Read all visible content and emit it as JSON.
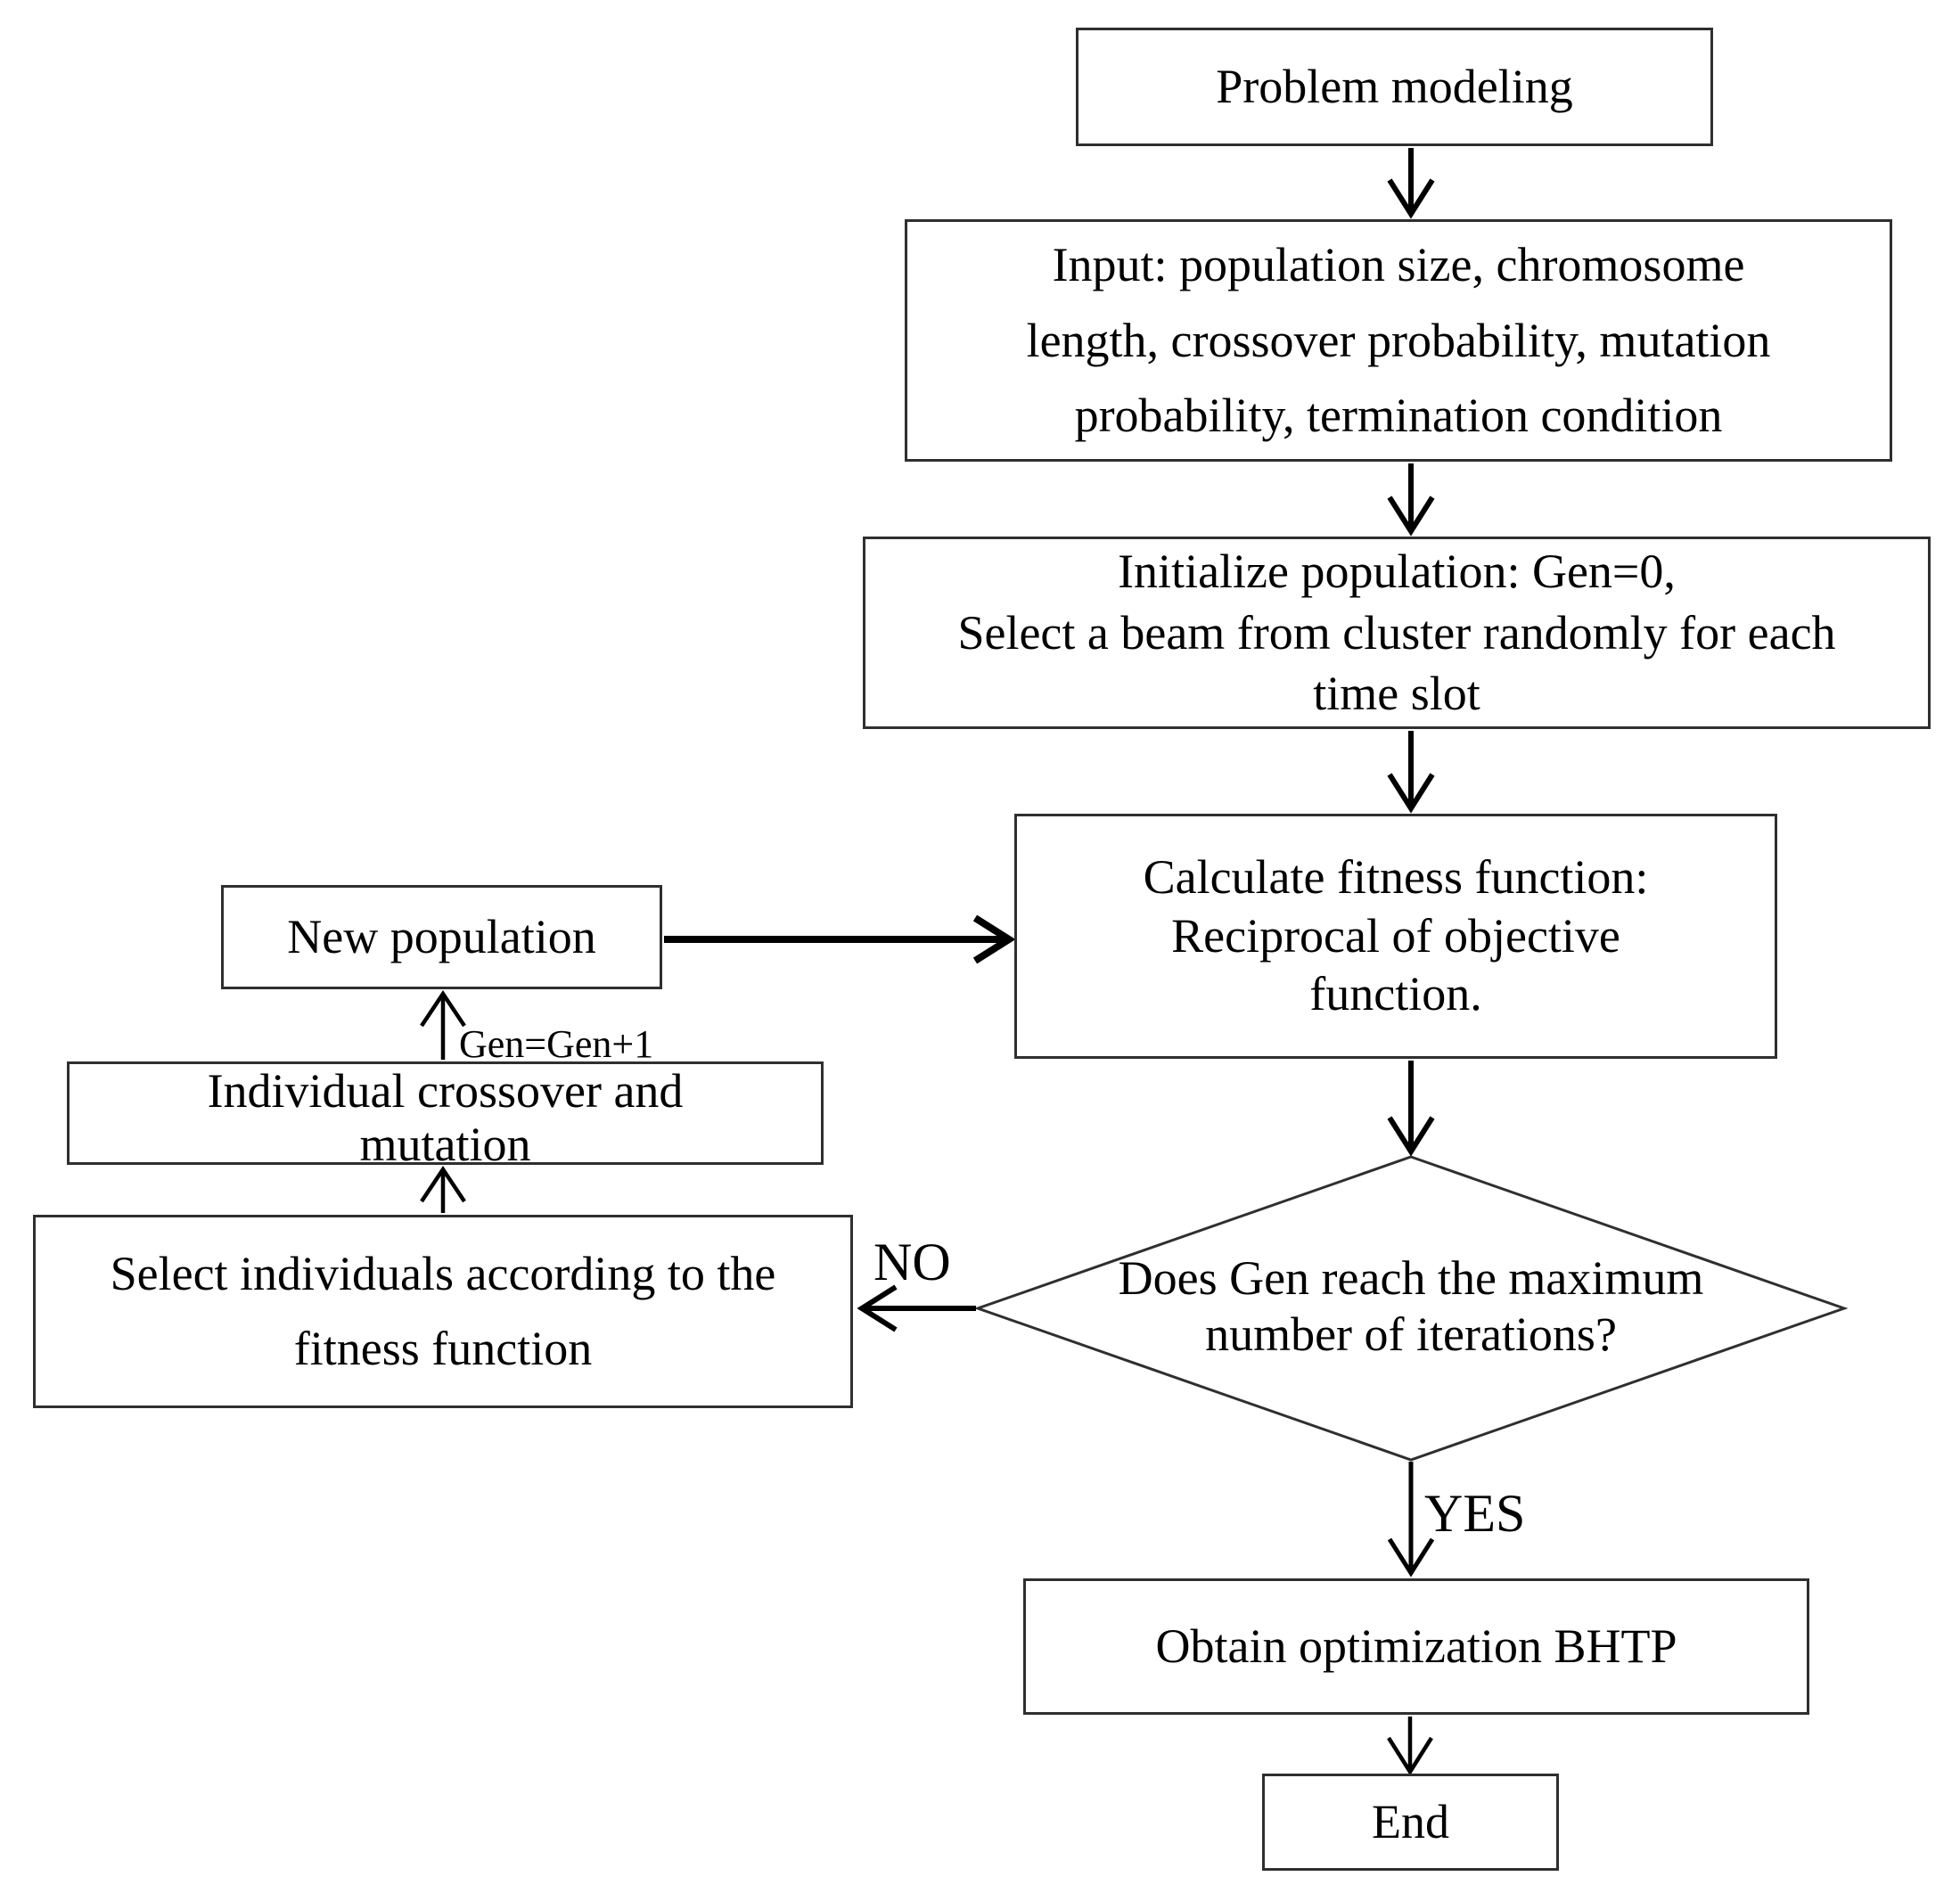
{
  "diagram": {
    "title": "Genetic algorithm flowchart",
    "nodes": {
      "problem": {
        "text": "Problem modeling"
      },
      "input": {
        "text": "Input: population size, chromosome\nlength, crossover probability, mutation\nprobability, termination condition"
      },
      "initialize": {
        "text": "Initialize population: Gen=0,\nSelect a beam from cluster randomly for each\ntime slot"
      },
      "calculate": {
        "text": "Calculate fitness function:\nReciprocal of objective\nfunction."
      },
      "new_population": {
        "text": "New population"
      },
      "crossover": {
        "text": "Individual crossover and\nmutation"
      },
      "select": {
        "text": "Select individuals according to the\nfitness function"
      },
      "decision": {
        "text": "Does Gen reach the maximum\nnumber of iterations?"
      },
      "obtain": {
        "text": "Obtain optimization BHTP"
      },
      "end": {
        "text": "End"
      }
    },
    "edge_labels": {
      "gen_increment": "Gen=Gen+1",
      "no": "NO",
      "yes": "YES"
    },
    "colors": {
      "background": "#ffffff",
      "border": "#2f2f2f",
      "ink": "#000000"
    }
  }
}
